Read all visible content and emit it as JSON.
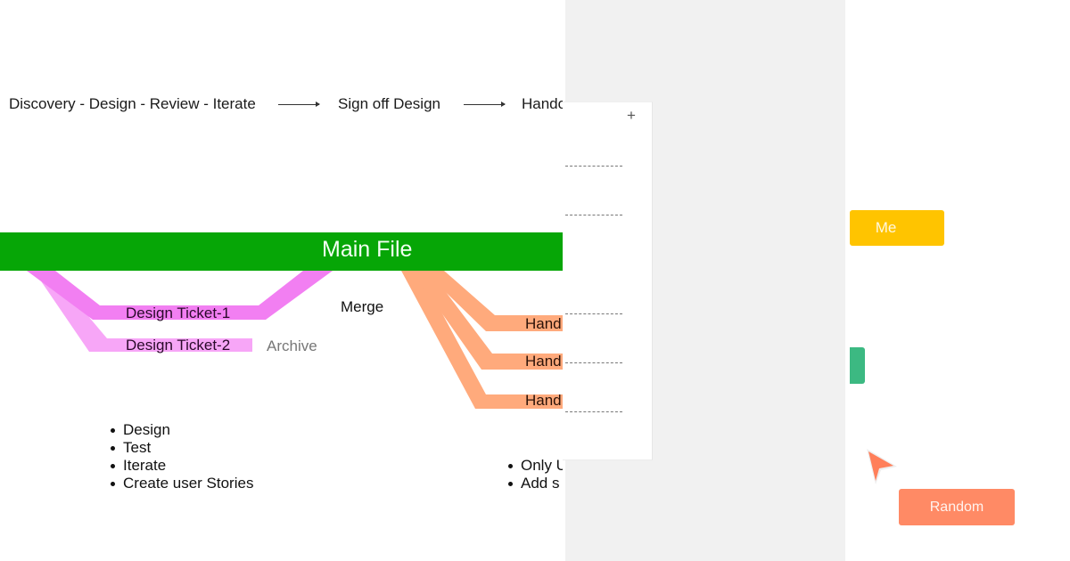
{
  "flow": {
    "steps": [
      {
        "label": "Discovery - Design - Review - Iterate"
      },
      {
        "label": "Sign off Design"
      },
      {
        "label": "Hando"
      }
    ],
    "arrow_icon": "long-right-arrow"
  },
  "main_branch": {
    "label": "Main File",
    "color": "#06a606"
  },
  "design_branches": {
    "color_primary": "#f27ff2",
    "color_secondary": "#f7a6f7",
    "tickets": [
      {
        "label": "Design Ticket-1"
      },
      {
        "label": "Design Ticket-2"
      }
    ],
    "merge_label": "Merge",
    "archive_label": "Archive"
  },
  "handoff_branches": {
    "color": "#ffaa7c",
    "items": [
      {
        "label": "Hand"
      },
      {
        "label": "Hand"
      },
      {
        "label": "Hand"
      }
    ]
  },
  "lists": {
    "design_tasks": [
      "Design",
      "Test",
      "Iterate",
      "Create user Stories"
    ],
    "handoff_notes": [
      "Only U",
      "Add s"
    ]
  },
  "panel": {
    "add_icon": "plus-icon",
    "add_label": "+"
  },
  "buttons": {
    "me": {
      "label": "Me",
      "color": "#ffc400"
    },
    "green": {
      "label": "",
      "color": "#3cb982"
    },
    "random": {
      "label": "Random",
      "color": "#ff8a65"
    }
  },
  "cursor": {
    "icon": "pointer-cursor-icon",
    "color": "#ff7f5a"
  }
}
